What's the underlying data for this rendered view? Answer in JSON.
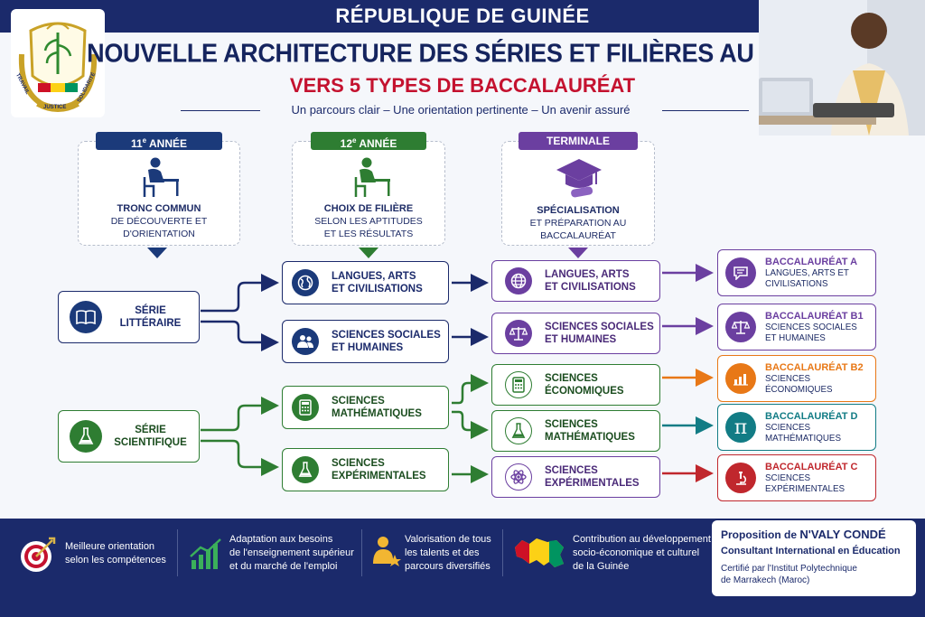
{
  "header": {
    "country": "RÉPUBLIQUE DE GUINÉE",
    "title": "NOUVELLE ARCHITECTURE DES SÉRIES ET FILIÈRES AU LYCÉE",
    "subtitle": "VERS 5 TYPES DE BACCALAURÉAT",
    "tagline": "Un parcours clair – Une orientation pertinente – Un avenir assuré"
  },
  "emblem": {
    "motto_left": "TRAVAIL",
    "motto_bottom": "JUSTICE",
    "motto_right": "SOLIDARITÉ"
  },
  "stages": [
    {
      "tag_num": "11",
      "tag_sup": "e",
      "tag_rest": " ANNÉE",
      "bold": "TRONC COMMUN",
      "line1": "DE DÉCOUVERTE ET",
      "line2": "D'ORIENTATION"
    },
    {
      "tag_num": "12",
      "tag_sup": "e",
      "tag_rest": " ANNÉE",
      "bold": "CHOIX DE FILIÈRE",
      "line1": "SELON LES APTITUDES",
      "line2": "ET LES RÉSULTATS"
    },
    {
      "tag_num": "TERMINALE",
      "tag_sup": "",
      "tag_rest": "",
      "bold": "SPÉCIALISATION",
      "line1": "ET PRÉPARATION AU",
      "line2": "BACCALAURÉAT"
    }
  ],
  "series": [
    {
      "line1": "SÉRIE",
      "line2": "LITTÉRAIRE",
      "icon": "book-icon"
    },
    {
      "line1": "SÉRIE",
      "line2": "SCIENTIFIQUE",
      "icon": "flask-icon"
    }
  ],
  "filieres": [
    {
      "line1": "LANGUES, ARTS",
      "line2": "ET CIVILISATIONS",
      "icon": "globe-icon"
    },
    {
      "line1": "SCIENCES SOCIALES",
      "line2": "ET HUMAINES",
      "icon": "people-icon"
    },
    {
      "line1": "SCIENCES",
      "line2": "MATHÉMATIQUES",
      "icon": "calculator-icon"
    },
    {
      "line1": "SCIENCES",
      "line2": "EXPÉRIMENTALES",
      "icon": "flask-icon"
    }
  ],
  "terminales": [
    {
      "line1": "LANGUES, ARTS",
      "line2": "ET CIVILISATIONS",
      "icon": "globe-icon"
    },
    {
      "line1": "SCIENCES SOCIALES",
      "line2": "ET HUMAINES",
      "icon": "scales-icon"
    },
    {
      "line1": "SCIENCES",
      "line2": "ÉCONOMIQUES",
      "icon": "calculator-icon"
    },
    {
      "line1": "SCIENCES",
      "line2": "MATHÉMATIQUES",
      "icon": "flask-icon"
    },
    {
      "line1": "SCIENCES",
      "line2": "EXPÉRIMENTALES",
      "icon": "atom-icon"
    }
  ],
  "bacs": [
    {
      "title": "BACCALAURÉAT A",
      "l1": "LANGUES, ARTS ET",
      "l2": "CIVILISATIONS",
      "color": "#6b3fa0",
      "icon": "speech-icon"
    },
    {
      "title": "BACCALAURÉAT B1",
      "l1": "SCIENCES SOCIALES",
      "l2": "ET HUMAINES",
      "color": "#6b3fa0",
      "icon": "scales-icon"
    },
    {
      "title": "BACCALAURÉAT B2",
      "l1": "SCIENCES",
      "l2": "ÉCONOMIQUES",
      "color": "#e87817",
      "icon": "bar-chart-icon"
    },
    {
      "title": "BACCALAURÉAT D",
      "l1": "SCIENCES",
      "l2": "MATHÉMATIQUES",
      "color": "#127c85",
      "icon": "pi-icon"
    },
    {
      "title": "BACCALAURÉAT C",
      "l1": "SCIENCES",
      "l2": "EXPÉRIMENTALES",
      "color": "#c0272d",
      "icon": "microscope-icon"
    }
  ],
  "colors": {
    "navy": "#1b2a6b",
    "green": "#2e7d32",
    "purple": "#6b3fa0",
    "red": "#c4122f"
  },
  "benefits": [
    {
      "l1": "Meilleure orientation",
      "l2": "selon les compétences",
      "l3": "",
      "icon": "target-icon"
    },
    {
      "l1": "Adaptation aux besoins",
      "l2": "de l'enseignement supérieur",
      "l3": "et du marché de l'emploi",
      "icon": "growth-chart-icon"
    },
    {
      "l1": "Valorisation de tous",
      "l2": "les talents et des",
      "l3": "parcours diversifiés",
      "icon": "person-star-icon"
    },
    {
      "l1": "Contribution au développement",
      "l2": "socio-économique et culturel",
      "l3": "de la Guinée",
      "icon": "guinea-map-icon"
    }
  ],
  "author": {
    "prefix": "Proposition de ",
    "name": "N'VALY CONDÉ",
    "role": "Consultant International en Éducation",
    "cert1": "Certifié par l'Institut Polytechnique",
    "cert2": "de Marrakech (Maroc)"
  }
}
